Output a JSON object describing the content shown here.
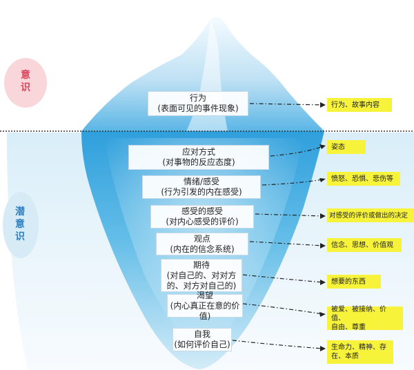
{
  "side_labels": {
    "conscious": "意\n识",
    "subconscious": "潜\n意\n识"
  },
  "layers": [
    {
      "line1": "行为",
      "line2": "(表面可见的事件现象)",
      "line3": ""
    },
    {
      "line1": "应对方式",
      "line2": "(对事物的反应态度)",
      "line3": ""
    },
    {
      "line1": "情绪/感受",
      "line2": "(行为引发的内在感受)",
      "line3": ""
    },
    {
      "line1": "感受的感受",
      "line2": "(对内心感受的评价)",
      "line3": ""
    },
    {
      "line1": "观点",
      "line2": "(内在的信念系统)",
      "line3": ""
    },
    {
      "line1": "期待",
      "line2": "(对自己的、对对方",
      "line3": "的、对方对自己的)"
    },
    {
      "line1": "渴望",
      "line2": "(内心真正在意的价值)",
      "line3": ""
    },
    {
      "line1": "自我",
      "line2": "(如何评价自己)",
      "line3": ""
    }
  ],
  "tags": [
    {
      "line1": "行为、故事内容",
      "line2": ""
    },
    {
      "line1": "姿态",
      "line2": ""
    },
    {
      "line1": "愤怒、恐惧、悲伤等",
      "line2": ""
    },
    {
      "line1": "对感受的评价或做出的决定",
      "line2": ""
    },
    {
      "line1": "信念、思想、价值观",
      "line2": ""
    },
    {
      "line1": "想要的东西",
      "line2": ""
    },
    {
      "line1": "被爱、被接纳、价值、",
      "line2": "自由、尊重"
    },
    {
      "line1": "生命力、精神、存",
      "line2": "在、本质"
    }
  ],
  "colors": {
    "tag_yellow": "#f7f33a",
    "blob_pink": "#f9d6da",
    "blob_blue": "#d7ebf7",
    "conscious_text": "#d9425a",
    "subconscious_text": "#2a7fc1",
    "ice_top": "#eef7fd",
    "ice_deep": "#3fa8e0"
  }
}
